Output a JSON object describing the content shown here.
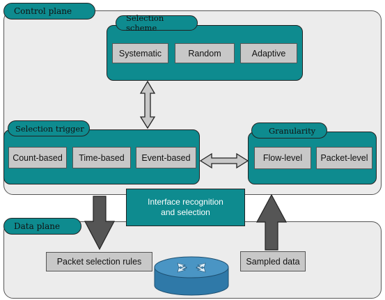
{
  "control_plane": {
    "title": "Control plane"
  },
  "data_plane": {
    "title": "Data plane"
  },
  "selection_scheme": {
    "title": "Selection scheme",
    "items": [
      "Systematic",
      "Random",
      "Adaptive"
    ]
  },
  "selection_trigger": {
    "title": "Selection trigger",
    "items": [
      "Count-based",
      "Time-based",
      "Event-based"
    ]
  },
  "granularity": {
    "title": "Granularity",
    "items": [
      "Flow-level",
      "Packet-level"
    ]
  },
  "interface": {
    "line1": "Interface recognition",
    "line2": "and selection"
  },
  "packet_rules": {
    "label": "Packet selection rules"
  },
  "sampled_data": {
    "label": "Sampled data"
  },
  "colors": {
    "teal": "#0e8b8f",
    "cell_gray": "#c8c8c8",
    "plane_gray": "#ececec",
    "router_blue": "#3a88b8"
  }
}
